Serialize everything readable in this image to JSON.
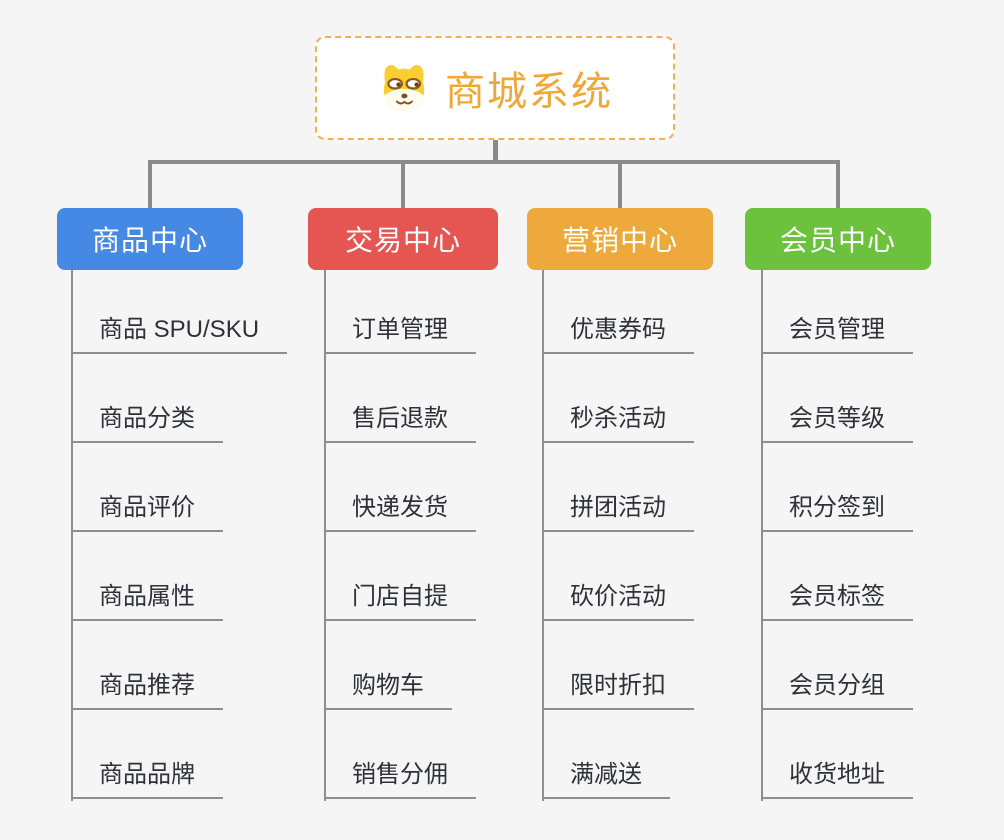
{
  "root": {
    "title": "商城系统",
    "icon": "doge-icon"
  },
  "branches": [
    {
      "label": "商品中心",
      "color": "#4589e4",
      "children": [
        "商品 SPU/SKU",
        "商品分类",
        "商品评价",
        "商品属性",
        "商品推荐",
        "商品品牌"
      ]
    },
    {
      "label": "交易中心",
      "color": "#e55652",
      "children": [
        "订单管理",
        "售后退款",
        "快递发货",
        "门店自提",
        "购物车",
        "销售分佣"
      ]
    },
    {
      "label": "营销中心",
      "color": "#eda93b",
      "children": [
        "优惠券码",
        "秒杀活动",
        "拼团活动",
        "砍价活动",
        "限时折扣",
        "满减送"
      ]
    },
    {
      "label": "会员中心",
      "color": "#6cc23c",
      "children": [
        "会员管理",
        "会员等级",
        "积分签到",
        "会员标签",
        "会员分组",
        "收货地址"
      ]
    }
  ],
  "colors": {
    "root_title_text": "#f0a737",
    "root_border": "#f2b04e",
    "connector_gray": "#8a8a8a",
    "child_text": "#2e3138",
    "background": "#f5f5f5"
  }
}
